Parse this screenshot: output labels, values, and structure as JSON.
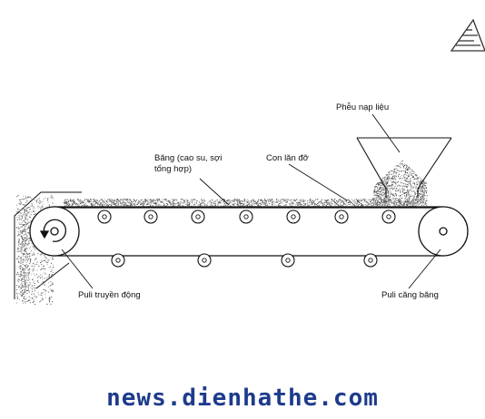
{
  "labels": {
    "belt": "Băng (cao su, sợi\ntổng hợp)",
    "idler": "Con lăn đỡ",
    "hopper": "Phễu nạp liệu",
    "drive_pulley": "Puli truyền động",
    "tension_pulley": "Puli căng băng"
  },
  "watermark": "news.dienhathe.com",
  "colors": {
    "line": "#111111",
    "material": "#6a6a6a",
    "watermark": "#1d3b8c"
  },
  "icons": {
    "logo": "triangle-logo-icon"
  }
}
